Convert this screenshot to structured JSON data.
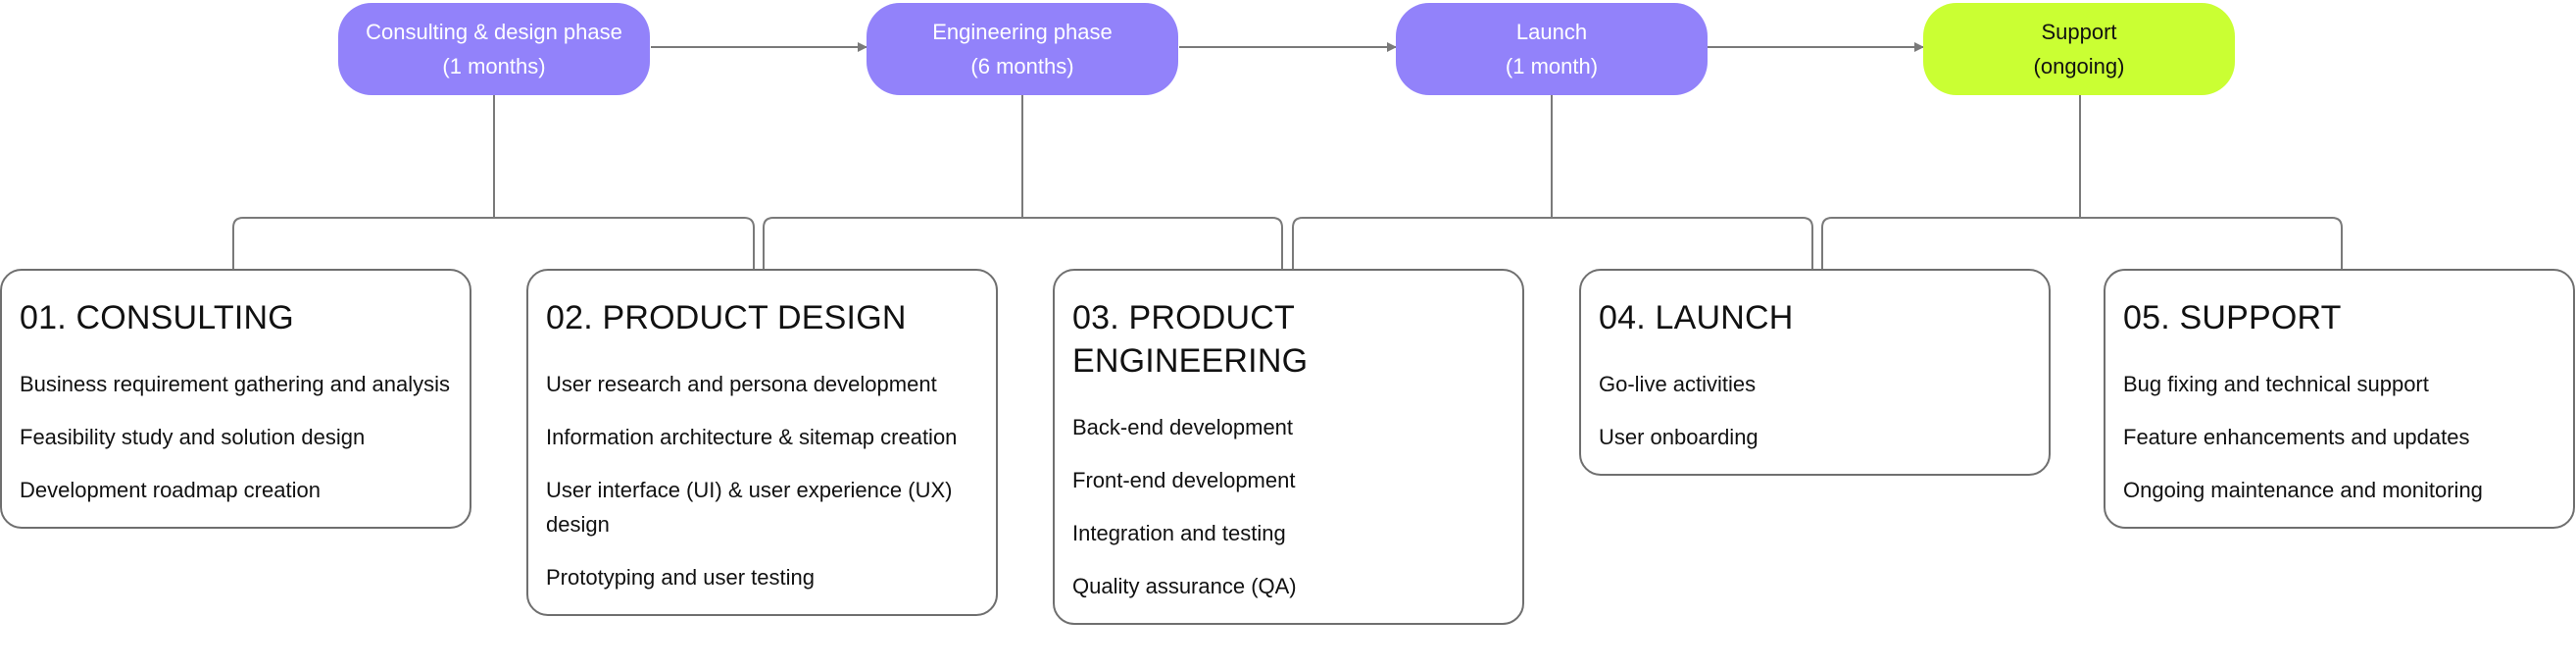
{
  "phases": [
    {
      "name": "Consulting & design phase",
      "duration": "(1 months)"
    },
    {
      "name": "Engineering phase",
      "duration": "(6 months)"
    },
    {
      "name": "Launch",
      "duration": "(1 month)"
    },
    {
      "name": "Support",
      "duration": "(ongoing)"
    }
  ],
  "cards": [
    {
      "title": "01. CONSULTING",
      "items": [
        "Business requirement gathering and analysis",
        "Feasibility study and solution design",
        "Development roadmap creation"
      ]
    },
    {
      "title": "02. PRODUCT DESIGN",
      "items": [
        "User research and persona development",
        "Information architecture & sitemap creation",
        "User interface (UI) & user experience (UX) design",
        "Prototyping and user testing"
      ]
    },
    {
      "title": "03. PRODUCT ENGINEERING",
      "items": [
        "Back-end development",
        "Front-end development",
        "Integration and testing",
        "Quality assurance (QA)"
      ]
    },
    {
      "title": "04. LAUNCH",
      "items": [
        "Go-live activities",
        "User onboarding"
      ]
    },
    {
      "title": "05. SUPPORT",
      "items": [
        "Bug fixing and technical support",
        "Feature enhancements and updates",
        "Ongoing maintenance and monitoring"
      ]
    }
  ],
  "colors": {
    "phase": "#9282fa",
    "support_phase": "#caff33",
    "line": "#7a7a7a",
    "card_border": "#6f6f6f"
  }
}
